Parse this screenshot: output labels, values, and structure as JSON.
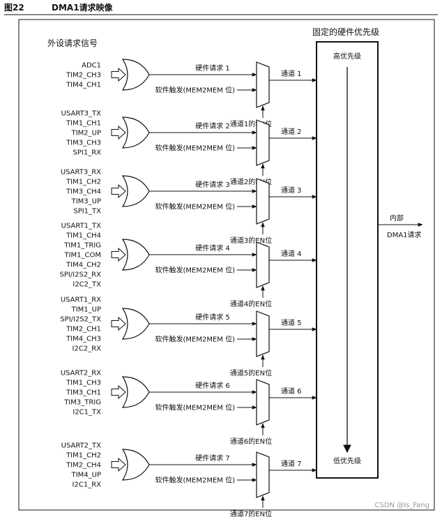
{
  "figure": {
    "number": "图22",
    "title": "DMA1请求映像",
    "source_label": "外设请求信号"
  },
  "priority": {
    "title": "固定的硬件优先级",
    "high": "高优先级",
    "low": "低优先级"
  },
  "output": {
    "line1": "内部",
    "line2": "DMA1请求"
  },
  "channels": [
    {
      "signals": [
        "ADC1",
        "TIM2_CH3",
        "TIM4_CH1"
      ],
      "hw_request": "硬件请求 1",
      "sw_trigger": "软件触发(MEM2MEM 位)",
      "channel_label": "通道 1",
      "enable_label": "通道1的EN位"
    },
    {
      "signals": [
        "USART3_TX",
        "TIM1_CH1",
        "TIM2_UP",
        "TIM3_CH3",
        "SPI1_RX"
      ],
      "hw_request": "硬件请求 2",
      "sw_trigger": "软件触发(MEM2MEM 位)",
      "channel_label": "通道 2",
      "enable_label": "通道2的EN位"
    },
    {
      "signals": [
        "USART3_RX",
        "TIM1_CH2",
        "TIM3_CH4",
        "TIM3_UP",
        "SPI1_TX"
      ],
      "hw_request": "硬件请求 3",
      "sw_trigger": "软件触发(MEM2MEM 位)",
      "channel_label": "通道 3",
      "enable_label": "通道3的EN位"
    },
    {
      "signals": [
        "USART1_TX",
        "TIM1_CH4",
        "TIM1_TRIG",
        "TIM1_COM",
        "TIM4_CH2",
        "SPI/I2S2_RX",
        "I2C2_TX"
      ],
      "hw_request": "硬件请求 4",
      "sw_trigger": "软件触发(MEM2MEM 位)",
      "channel_label": "通道 4",
      "enable_label": "通道4的EN位"
    },
    {
      "signals": [
        "USART1_RX",
        "TIM1_UP",
        "SPI/I2S2_TX",
        "TIM2_CH1",
        "TIM4_CH3",
        "I2C2_RX"
      ],
      "hw_request": "硬件请求 5",
      "sw_trigger": "软件触发(MEM2MEM 位)",
      "channel_label": "通道 5",
      "enable_label": "通道5的EN位"
    },
    {
      "signals": [
        "USART2_RX",
        "TIM1_CH3",
        "TIM3_CH1",
        "TIM3_TRIG",
        "I2C1_TX"
      ],
      "hw_request": "硬件请求 6",
      "sw_trigger": "软件触发(MEM2MEM 位)",
      "channel_label": "通道 6",
      "enable_label": "通道6的EN位"
    },
    {
      "signals": [
        "USART2_TX",
        "TIM1_CH2",
        "TIM2_CH4",
        "TIM4_UP",
        "I2C1_RX"
      ],
      "hw_request": "硬件请求 7",
      "sw_trigger": "软件触发(MEM2MEM 位)",
      "channel_label": "通道 7",
      "enable_label": "通道7的EN位"
    }
  ],
  "watermark": "CSDN @Is_Fang"
}
